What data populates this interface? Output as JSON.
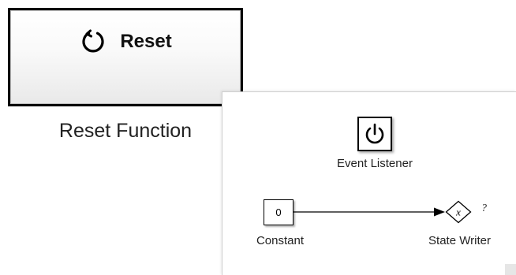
{
  "reset_block": {
    "title": "Reset",
    "caption": "Reset Function",
    "icon": "circular-arrow-reset-icon"
  },
  "event_listener": {
    "label": "Event Listener",
    "icon": "power-icon"
  },
  "constant": {
    "value": "0",
    "label": "Constant"
  },
  "state_writer": {
    "symbol": "x",
    "status": "?",
    "label": "State Writer"
  },
  "colors": {
    "block_border": "#000000",
    "text": "#222222",
    "panel_border": "#cfcfcf"
  }
}
